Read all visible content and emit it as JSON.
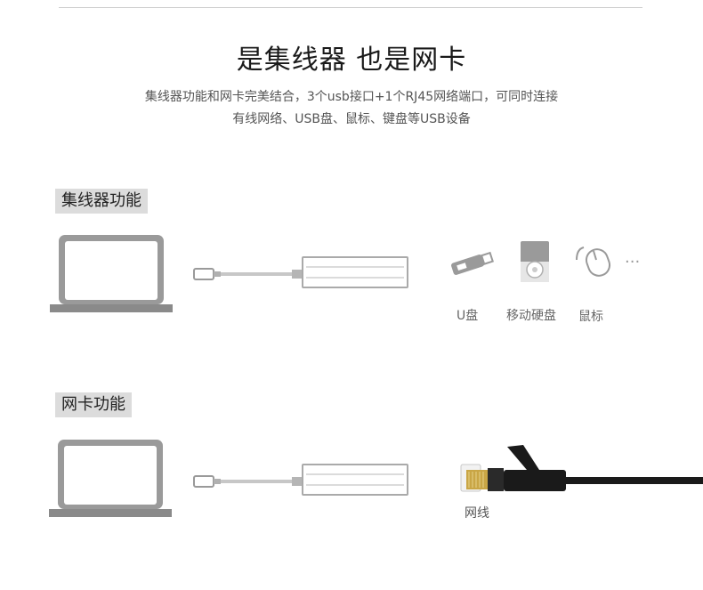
{
  "header": {
    "title": "是集线器 也是网卡",
    "subtitle_line1": "集线器功能和网卡完美结合，3个usb接口+1个RJ45网络端口，可同时连接",
    "subtitle_line2": "有线网络、USB盘、鼠标、键盘等USB设备"
  },
  "hub_section": {
    "label": "集线器功能",
    "devices": [
      {
        "icon": "usb-drive-icon",
        "label": "U盘"
      },
      {
        "icon": "portable-hard-drive-icon",
        "label": "移动硬盘"
      },
      {
        "icon": "mouse-icon",
        "label": "鼠标"
      }
    ],
    "more": "···"
  },
  "nic_section": {
    "label": "网卡功能",
    "cable_label": "网线"
  },
  "colors": {
    "icon_gray": "#8e8e8e",
    "icon_light": "#b5b5b5",
    "label_bg": "#dcdcdc",
    "cable_black": "#1a1a1a",
    "connector_gold": "#c9a646"
  }
}
